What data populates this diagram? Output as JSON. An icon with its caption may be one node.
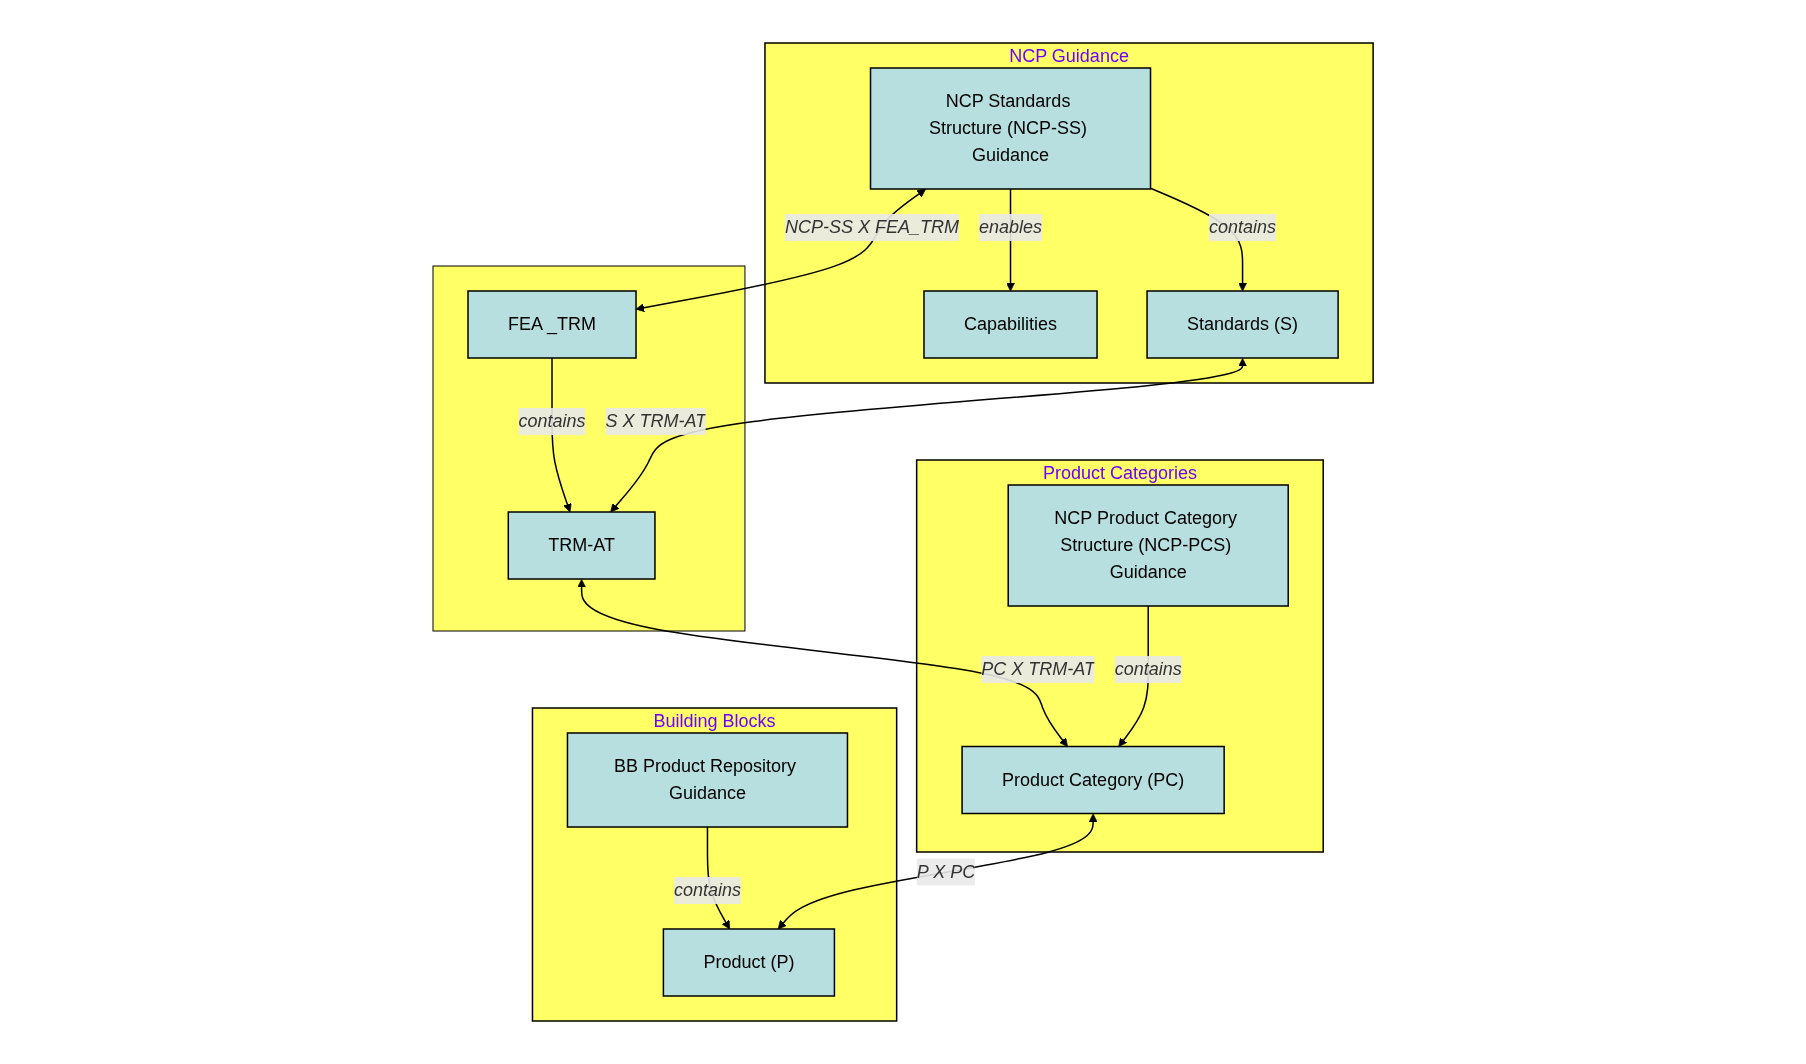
{
  "diagram": {
    "nodes": [
      {
        "text": [
          "NCP Guidance"
        ]
      },
      {
        "text": [
          "Capabilities"
        ],
        "in": 0
      },
      {
        "text": [
          "NCP Standards Structure (NCP-SS) Guidance"
        ],
        "in": 0
      },
      {
        "text": [
          "Standards (S)"
        ],
        "in": 0
      },
      {
        "text": [],
        "shape": "box"
      },
      {
        "text": [
          "FEA _TRM"
        ],
        "in": 4
      },
      {
        "text": [
          "TRM-AT"
        ],
        "in": 4
      },
      {
        "text": [
          "Product Categories"
        ]
      },
      {
        "text": [
          "Product Category (PC)"
        ],
        "in": 7
      },
      {
        "text": [
          "NCP Product Category Structure (NCP-PCS) Guidance"
        ],
        "in": 7
      },
      {
        "text": [
          "Building Blocks"
        ]
      },
      {
        "text": [
          "BB Product Repository Guidance"
        ],
        "in": 10
      },
      {
        "text": [
          "Product (P)"
        ],
        "in": 10
      }
    ],
    "edges": [
      {
        "from": 2,
        "to": 1,
        "arrow": "to",
        "label": "enables"
      },
      {
        "from": 2,
        "to": 3,
        "arrow": "to",
        "label": "contains"
      },
      {
        "from": 5,
        "to": 6,
        "arrow": "to",
        "label": "contains"
      },
      {
        "from": 2,
        "to": 5,
        "arrow": "both",
        "label": "NCP-SS X FEA_TRM"
      },
      {
        "from": 3,
        "to": 6,
        "arrow": "both",
        "label": "S X TRM-AT"
      },
      {
        "from": 6,
        "to": 8,
        "arrow": "both",
        "label": "PC X TRM-AT"
      },
      {
        "from": 9,
        "to": 8,
        "arrow": "to",
        "label": "contains"
      },
      {
        "from": 11,
        "to": 12,
        "arrow": "to",
        "label": "contains"
      },
      {
        "from": 8,
        "to": 12,
        "arrow": "both",
        "label": "P X PC"
      }
    ]
  }
}
